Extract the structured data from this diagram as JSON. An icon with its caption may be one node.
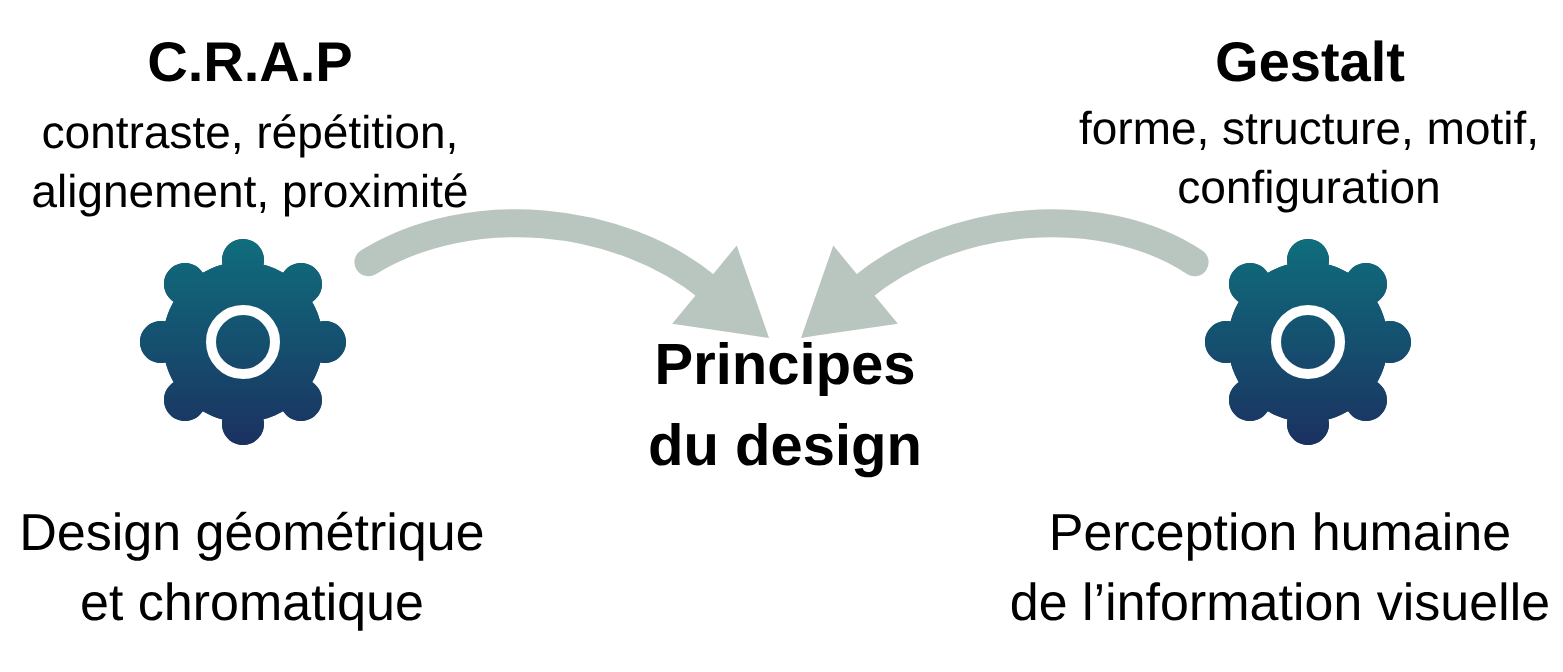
{
  "diagram": {
    "nodes": [
      {
        "text": [],
        "shape": "gear",
        "beside": [
          "C.R.A.P",
          "contraste, répétition, alignement, proximité",
          "Design géométrique et chromatique"
        ]
      },
      {
        "text": [
          "Principes du design"
        ]
      },
      {
        "text": [],
        "shape": "gear",
        "beside": [
          "Gestalt",
          "forme, structure, motif, configuration",
          "Perception humaine de l’information visuelle"
        ]
      }
    ],
    "edges": [
      {
        "from": 0,
        "to": 1,
        "arrow": "to"
      },
      {
        "from": 2,
        "to": 1,
        "arrow": "to"
      }
    ]
  }
}
